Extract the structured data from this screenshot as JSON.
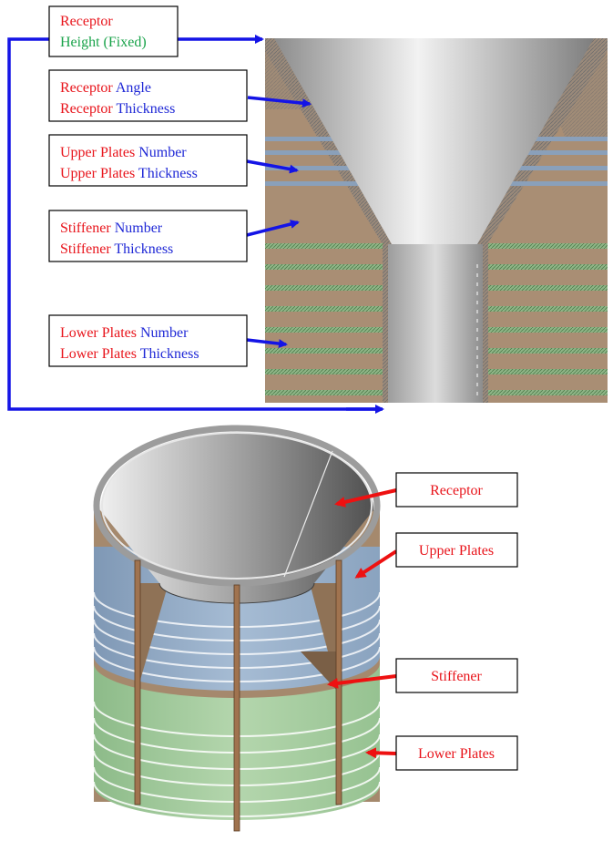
{
  "colors": {
    "red": "#e8141b",
    "blue": "#1f28d6",
    "green": "#19a34a",
    "arrow_blue": "#1414e6",
    "arrow_red": "#ee1111",
    "upper_plate_blue": "#8fa9c6",
    "lower_plate_green": "#9fc89a",
    "stiffener_brown": "#9d7f5f",
    "receptor_gray": "#b7b7b7"
  },
  "section_view": {
    "labels": [
      {
        "id": "receptor-height",
        "lines": [
          [
            {
              "text": "Receptor",
              "color": "red"
            }
          ],
          [
            {
              "text": "Height (Fixed)",
              "color": "green"
            }
          ]
        ]
      },
      {
        "id": "receptor-angle-thickness",
        "lines": [
          [
            {
              "text": "Receptor ",
              "color": "red"
            },
            {
              "text": "Angle",
              "color": "blue"
            }
          ],
          [
            {
              "text": "Receptor ",
              "color": "red"
            },
            {
              "text": "Thickness",
              "color": "blue"
            }
          ]
        ]
      },
      {
        "id": "upper-plates",
        "lines": [
          [
            {
              "text": "Upper Plates ",
              "color": "red"
            },
            {
              "text": "Number",
              "color": "blue"
            }
          ],
          [
            {
              "text": "Upper Plates ",
              "color": "red"
            },
            {
              "text": "Thickness",
              "color": "blue"
            }
          ]
        ]
      },
      {
        "id": "stiffener",
        "lines": [
          [
            {
              "text": "Stiffener ",
              "color": "red"
            },
            {
              "text": "Number",
              "color": "blue"
            }
          ],
          [
            {
              "text": "Stiffener ",
              "color": "red"
            },
            {
              "text": "Thickness",
              "color": "blue"
            }
          ]
        ]
      },
      {
        "id": "lower-plates",
        "lines": [
          [
            {
              "text": "Lower Plates ",
              "color": "red"
            },
            {
              "text": "Number",
              "color": "blue"
            }
          ],
          [
            {
              "text": "Lower Plates ",
              "color": "red"
            },
            {
              "text": "Thickness",
              "color": "blue"
            }
          ]
        ]
      }
    ]
  },
  "iso_view": {
    "labels": [
      {
        "id": "receptor",
        "text": "Receptor"
      },
      {
        "id": "upper-plates",
        "text": "Upper Plates"
      },
      {
        "id": "stiffener",
        "text": "Stiffener"
      },
      {
        "id": "lower-plates",
        "text": "Lower Plates"
      }
    ]
  }
}
